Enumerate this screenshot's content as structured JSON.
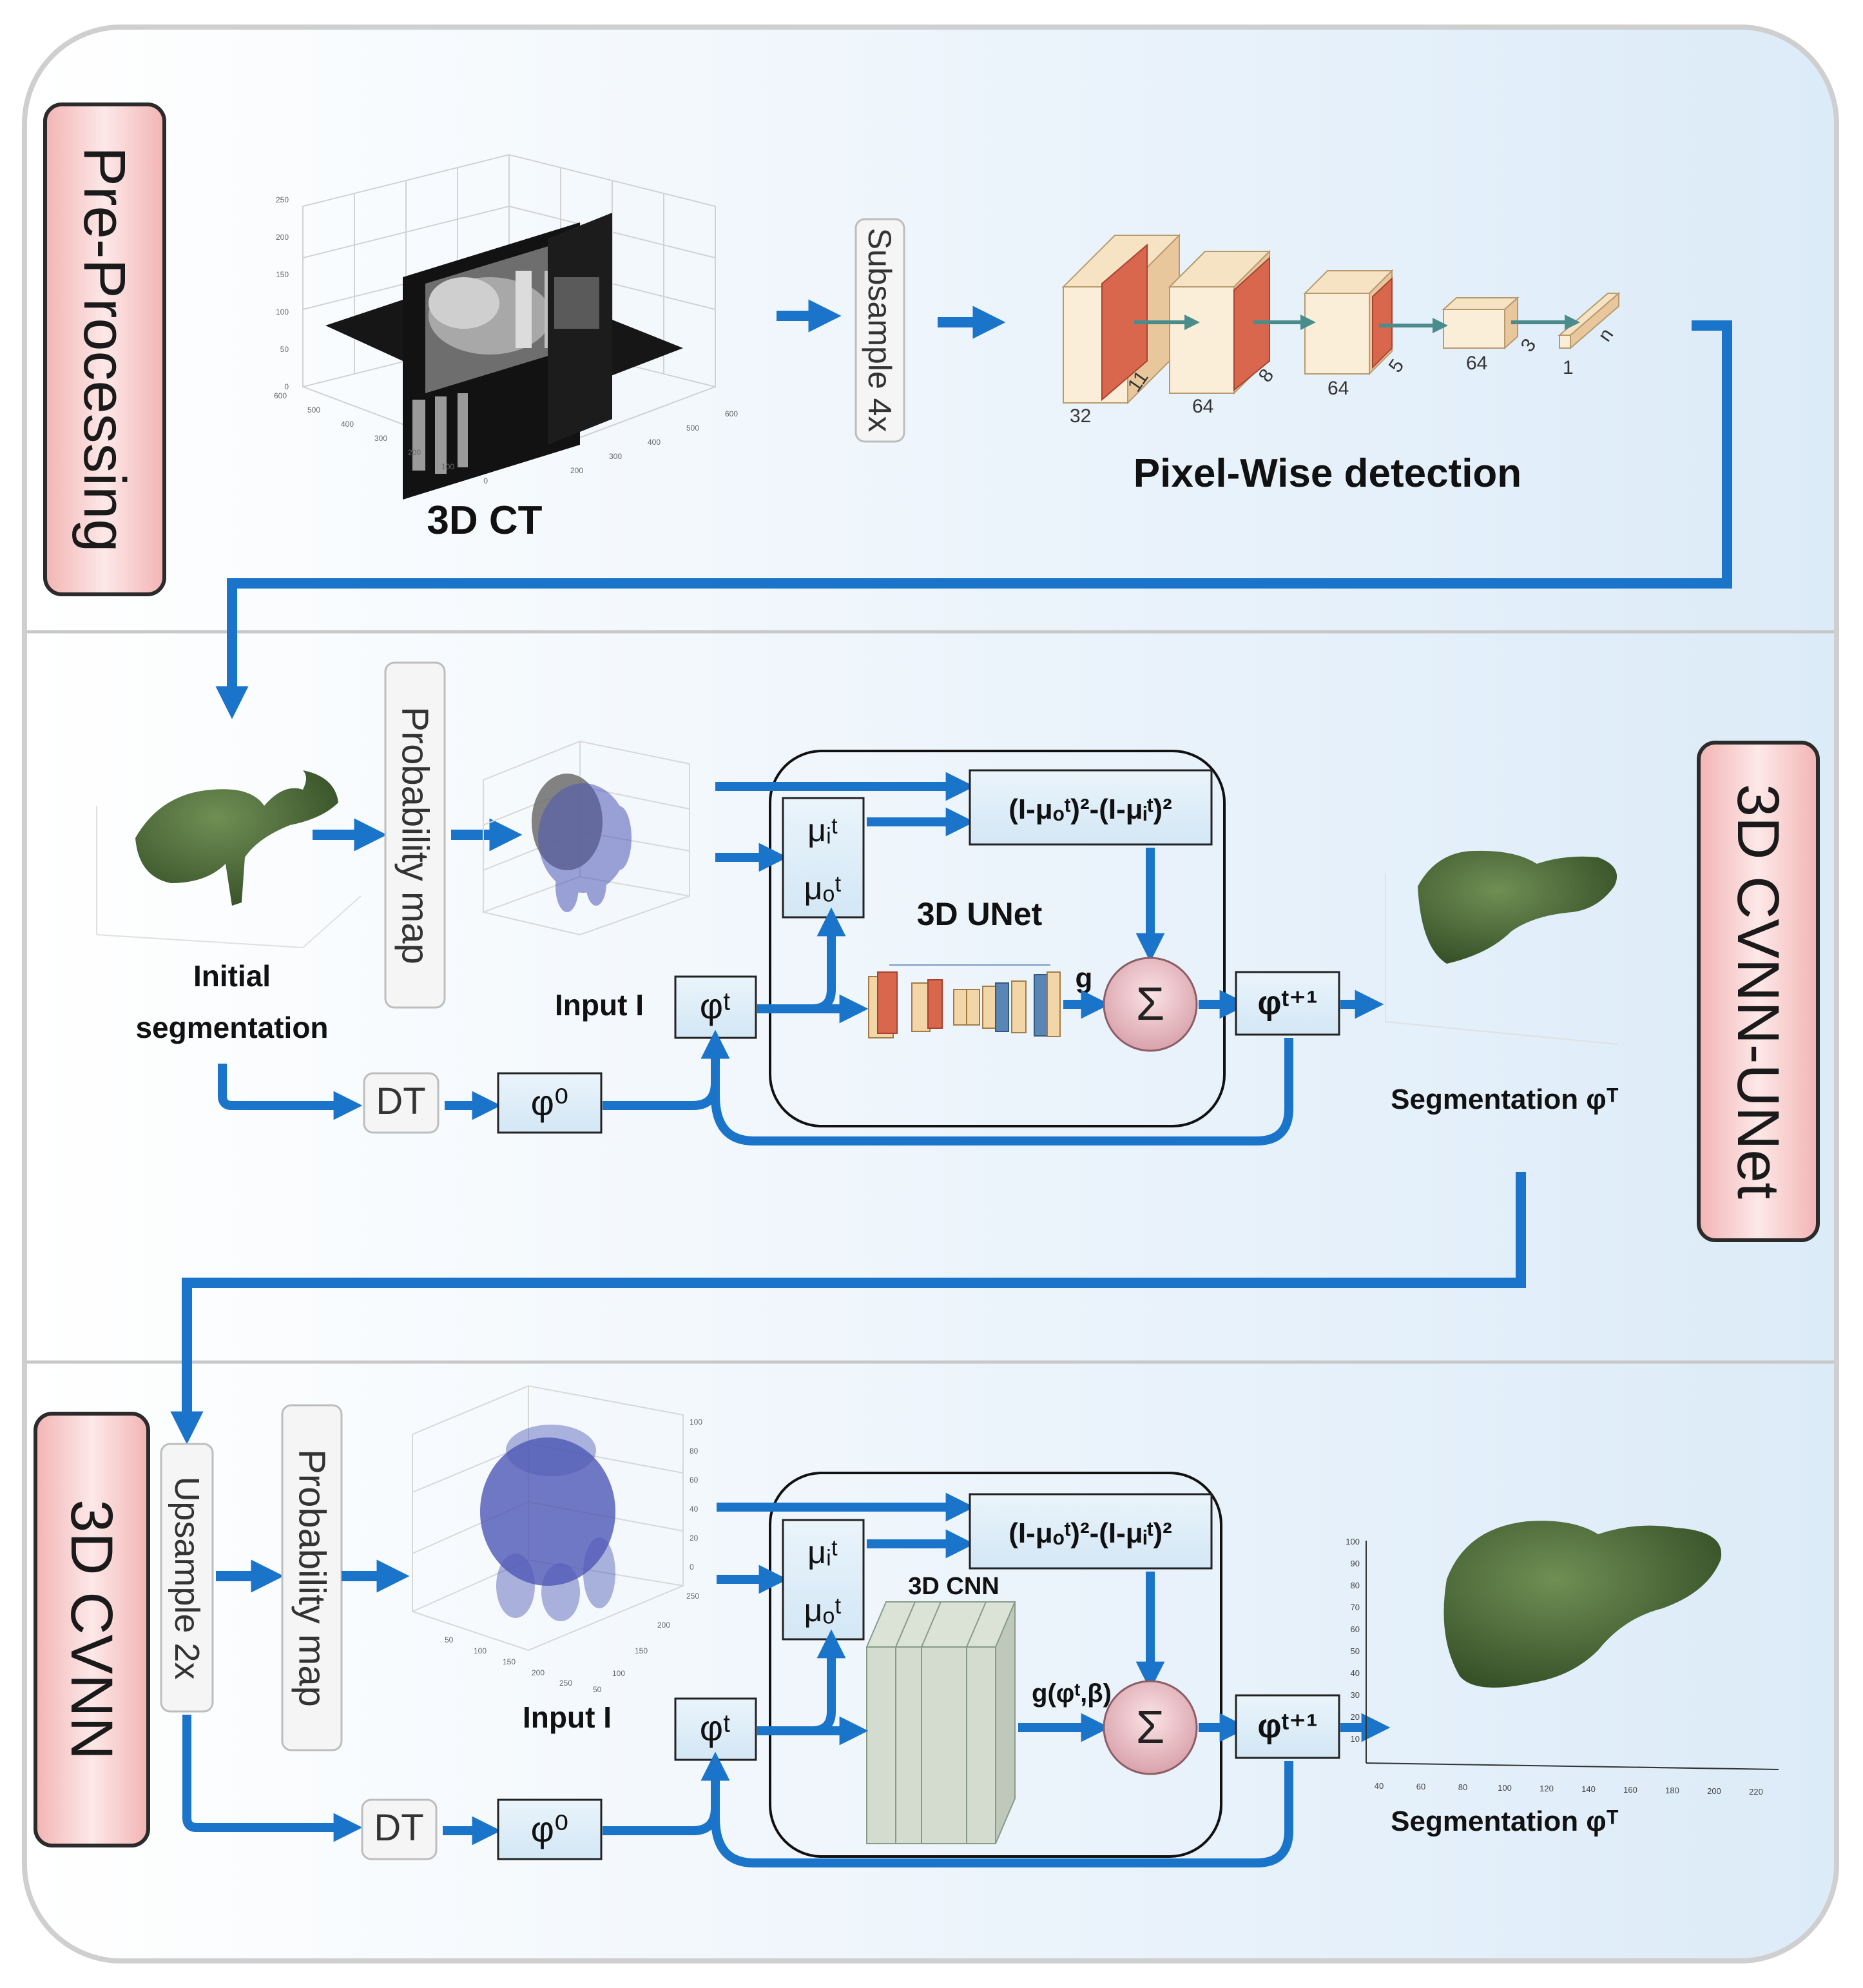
{
  "sections": {
    "preprocessing": "Pre-Processing",
    "cvnn_unet": "3D CVNN-UNet",
    "cvnn": "3D CVNN"
  },
  "stage1": {
    "ct_label": "3D CT",
    "subsample": "Subsample 4x",
    "detection_label": "Pixel-Wise detection",
    "cnn_channels": [
      "32",
      "64",
      "64",
      "64",
      "1"
    ],
    "cnn_kernels": [
      "11",
      "8",
      "5",
      "3",
      "n"
    ],
    "ct_axis_z": [
      "250",
      "200",
      "150",
      "100",
      "50",
      "0"
    ],
    "ct_axis_y": [
      "600",
      "500",
      "400",
      "300",
      "200",
      "100",
      "0"
    ],
    "ct_axis_x": [
      "600",
      "500",
      "400",
      "300",
      "200"
    ]
  },
  "stage2": {
    "initial_seg_line1": "Initial",
    "initial_seg_line2": "segmentation",
    "prob_map": "Probability map",
    "input_label": "Input I",
    "mu_i": "μᵢᵗ",
    "mu_o": "μₒᵗ",
    "energy": "(I-μₒᵗ)²-(I-μᵢᵗ)²",
    "unet_title": "3D UNet",
    "g_label": "g",
    "sum": "Σ",
    "phi_t": "φᵗ",
    "phi_t1": "φᵗ⁺¹",
    "phi_0": "φ⁰",
    "dt": "DT",
    "seg_label": "Segmentation φᵀ"
  },
  "stage3": {
    "upsample": "Upsample 2x",
    "prob_map": "Probability map",
    "input_label": "Input I",
    "mu_i": "μᵢᵗ",
    "mu_o": "μₒᵗ",
    "energy": "(I-μₒᵗ)²-(I-μᵢᵗ)²",
    "cnn_title": "3D CNN",
    "g_label": "g(φᵗ,β)",
    "sum": "Σ",
    "phi_t": "φᵗ",
    "phi_t1": "φᵗ⁺¹",
    "phi_0": "φ⁰",
    "dt": "DT",
    "seg_label": "Segmentation φᵀ",
    "seg_axis_y": [
      "100",
      "90",
      "80",
      "70",
      "60",
      "50",
      "40",
      "30",
      "20",
      "10"
    ],
    "seg_axis_x": [
      "40",
      "60",
      "80",
      "100",
      "120",
      "140",
      "160",
      "180",
      "200",
      "220"
    ],
    "input_axis_z": [
      "100",
      "80",
      "60",
      "40",
      "20",
      "0"
    ],
    "input_axis_x": [
      "50",
      "100",
      "150",
      "200",
      "250"
    ],
    "input_axis_y": [
      "250",
      "200",
      "150",
      "100",
      "50"
    ]
  },
  "colors": {
    "arrow": "#1a74c9",
    "section_tab": "#f6c9c9",
    "box_fill": "#dfeef8",
    "liver": "#4a6a36"
  }
}
